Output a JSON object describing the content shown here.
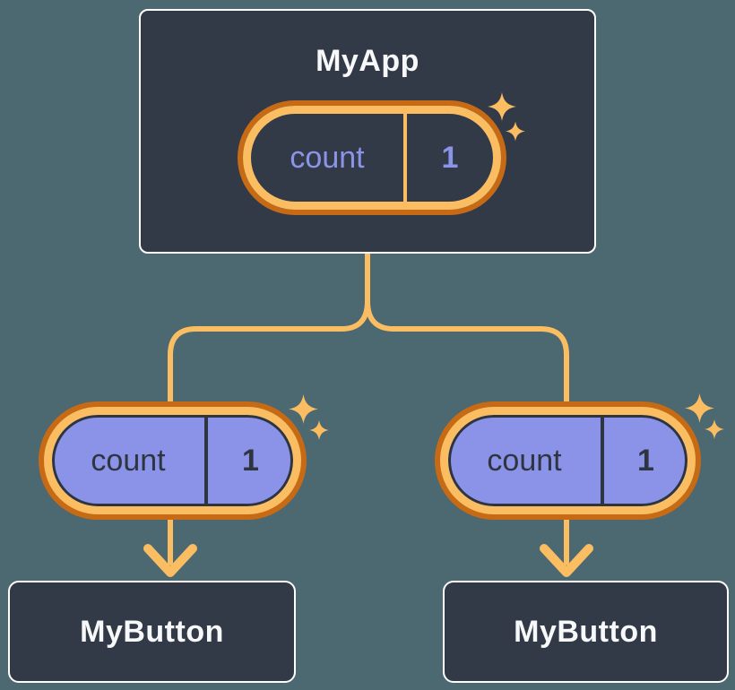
{
  "colors": {
    "background": "#4C6870",
    "node_fill": "#333A47",
    "node_border": "#FFFFFF",
    "node_text": "#F7F8FA",
    "accent_light": "#FABD62",
    "accent_dark": "#C76A15",
    "lavender": "#8A93E8",
    "lavender_text": "#8A94E8",
    "ink": "#2F3540"
  },
  "nodes": {
    "app": {
      "title": "MyApp",
      "state": {
        "label": "count",
        "value": "1"
      }
    },
    "left_button": {
      "title": "MyButton"
    },
    "right_button": {
      "title": "MyButton"
    }
  },
  "pills": {
    "left": {
      "label": "count",
      "value": "1"
    },
    "right": {
      "label": "count",
      "value": "1"
    }
  },
  "icons": {
    "sparkle": "sparkle-icon"
  }
}
